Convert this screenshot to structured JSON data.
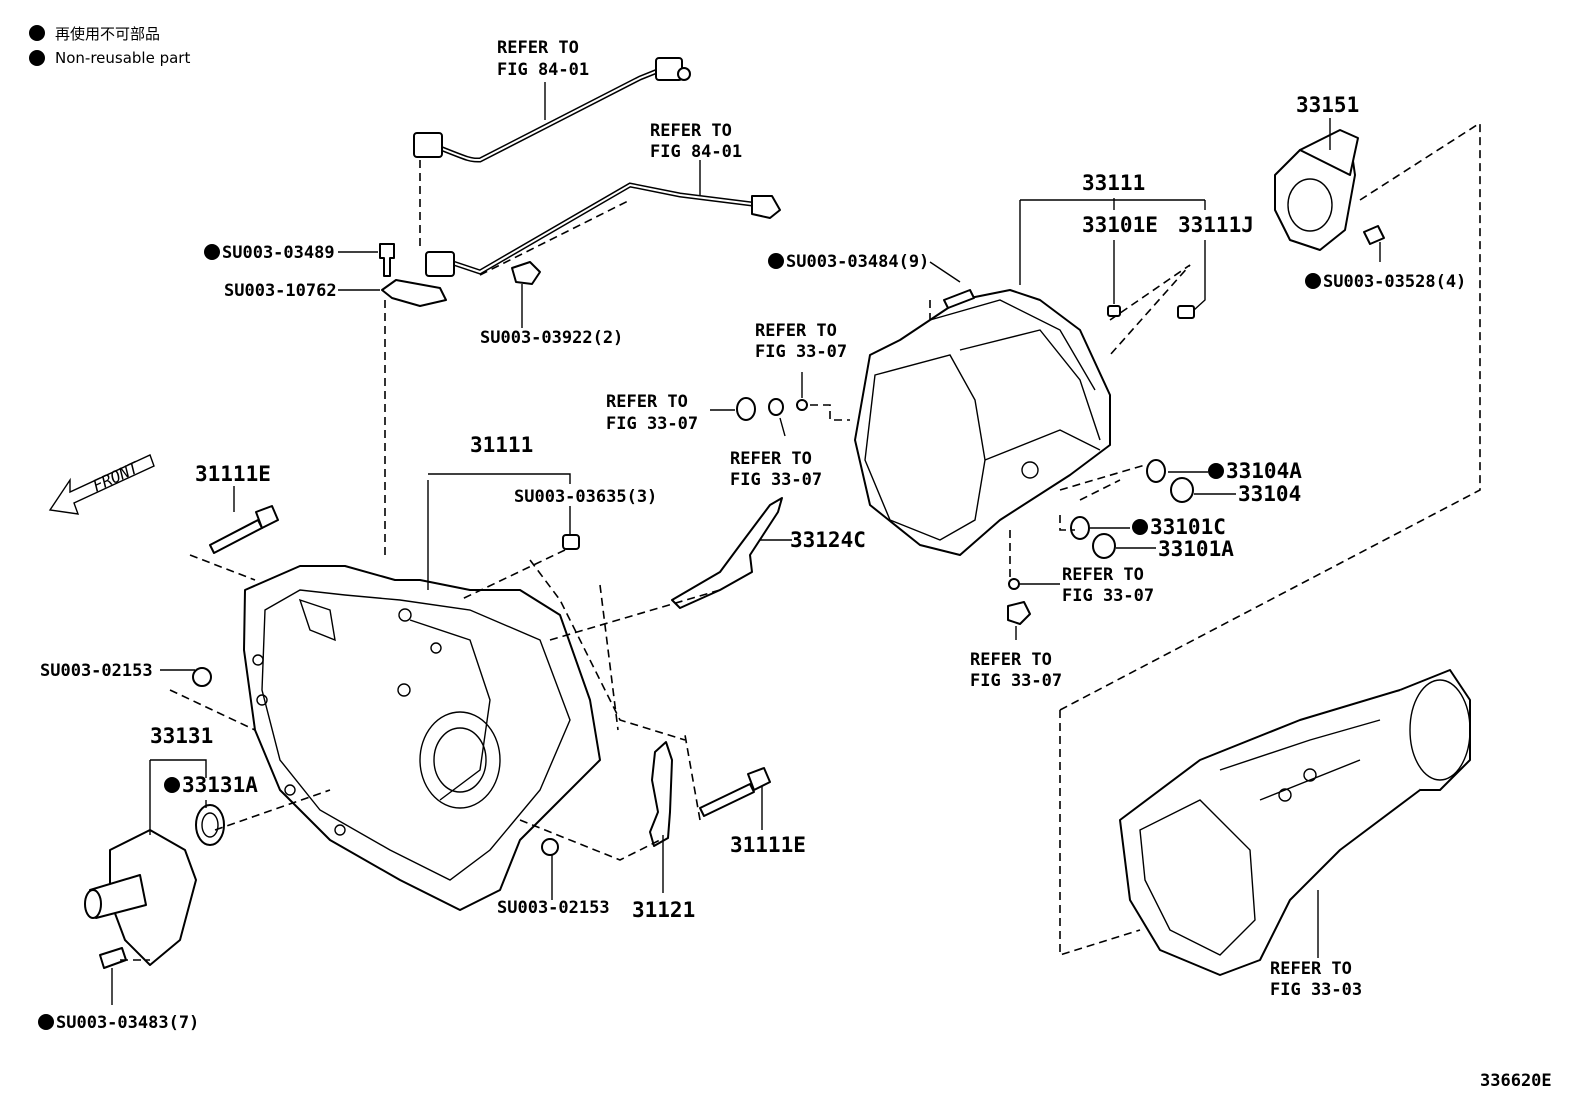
{
  "legend": {
    "line1": "再使用不可部品",
    "line2": "Non-reusable part"
  },
  "front_label": "FRONT",
  "refer": {
    "r1": [
      "REFER TO",
      "FIG 84-01"
    ],
    "r2": [
      "REFER TO",
      "FIG 84-01"
    ],
    "r3": [
      "REFER TO",
      "FIG 33-07"
    ],
    "r4": [
      "REFER TO",
      "FIG 33-07"
    ],
    "r5": [
      "REFER TO",
      "FIG 33-07"
    ],
    "r6": [
      "REFER TO",
      "FIG 33-07"
    ],
    "r7": [
      "REFER TO",
      "FIG 33-07"
    ],
    "r8": [
      "REFER TO",
      "FIG 33-03"
    ]
  },
  "parts": {
    "p_03489": "SU003-03489",
    "p_10762": "SU003-10762",
    "p_03922": "SU003-03922(2)",
    "p_03484": "SU003-03484(9)",
    "p_03528": "SU003-03528(4)",
    "p_03635": "SU003-03635(3)",
    "p_02153a": "SU003-02153",
    "p_02153b": "SU003-02153",
    "p_03483": "SU003-03483(7)",
    "p_31111": "31111",
    "p_31111E_a": "31111E",
    "p_31111E_b": "31111E",
    "p_31121": "31121",
    "p_33131": "33131",
    "p_33131A": "33131A",
    "p_33124C": "33124C",
    "p_33111": "33111",
    "p_33101E": "33101E",
    "p_33111J": "33111J",
    "p_33151": "33151",
    "p_33104A": "33104A",
    "p_33104": "33104",
    "p_33101C": "33101C",
    "p_33101A": "33101A"
  },
  "figure_id": "336620E"
}
